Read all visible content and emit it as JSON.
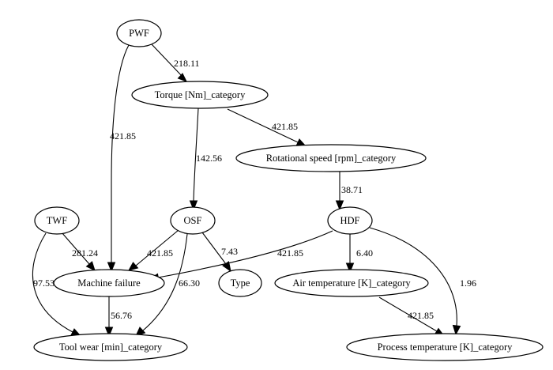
{
  "nodes": {
    "pwf": "PWF",
    "torque": "Torque [Nm]_category",
    "rotational": "Rotational speed [rpm]_category",
    "twf": "TWF",
    "osf": "OSF",
    "hdf": "HDF",
    "machine_failure": "Machine failure",
    "type": "Type",
    "air_temp": "Air temperature [K]_category",
    "tool_wear": "Tool wear [min]_category",
    "process_temp": "Process temperature [K]_category"
  },
  "edges": {
    "pwf_torque": "218.11",
    "pwf_mf": "421.85",
    "torque_rot": "421.85",
    "torque_osf": "142.56",
    "rot_hdf": "38.71",
    "twf_mf": "281.24",
    "twf_tw": "97.53",
    "osf_mf": "421.85",
    "osf_tw": "66.30",
    "osf_type": "7.43",
    "hdf_mf": "421.85",
    "hdf_air": "6.40",
    "hdf_proc": "1.96",
    "mf_tw": "56.76",
    "air_proc": "421.85"
  }
}
